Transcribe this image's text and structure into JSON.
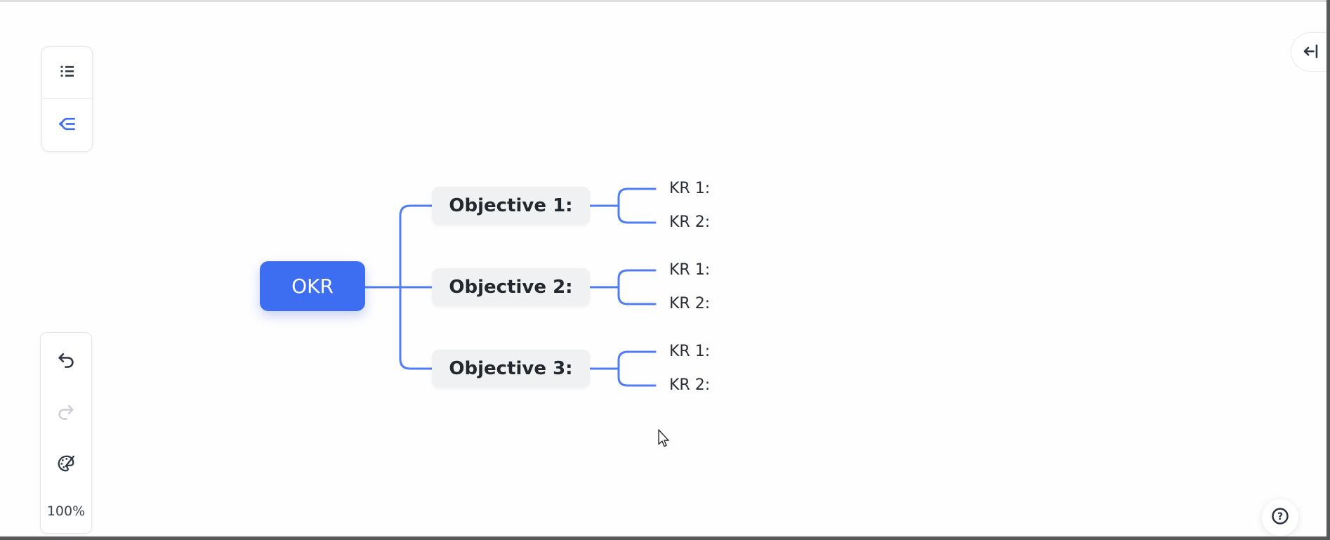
{
  "colors": {
    "accent_blue": "#3d6ef2",
    "connector_blue": "#4f7df5",
    "branch_node_bg": "#f0f1f2",
    "icon_dark": "#39414c",
    "icon_disabled": "#cbced3",
    "edge_dark": "#56585a",
    "edge_top_light": "#dfdfdf"
  },
  "toolbar_top": {
    "buttons": [
      {
        "icon": "bullet-list-icon"
      },
      {
        "icon": "mindmap-icon",
        "active": true
      }
    ]
  },
  "toolbar_bottom": {
    "buttons": [
      {
        "icon": "undo-icon",
        "enabled": true
      },
      {
        "icon": "redo-icon",
        "enabled": false
      },
      {
        "icon": "palette-icon",
        "enabled": true
      }
    ],
    "zoom_level": "100%"
  },
  "top_right": {
    "icon": "collapse-right-panel-icon"
  },
  "bottom_right": {
    "icon": "help-question-icon"
  },
  "cursor": {
    "icon": "arrow-cursor"
  },
  "mindmap": {
    "root": {
      "label": "OKR"
    },
    "objectives": [
      {
        "label": "Objective 1:",
        "krs": [
          "KR 1:",
          "KR 2:"
        ]
      },
      {
        "label": "Objective 2:",
        "krs": [
          "KR 1:",
          "KR 2:"
        ]
      },
      {
        "label": "Objective 3:",
        "krs": [
          "KR 1:",
          "KR 2:"
        ]
      }
    ]
  }
}
